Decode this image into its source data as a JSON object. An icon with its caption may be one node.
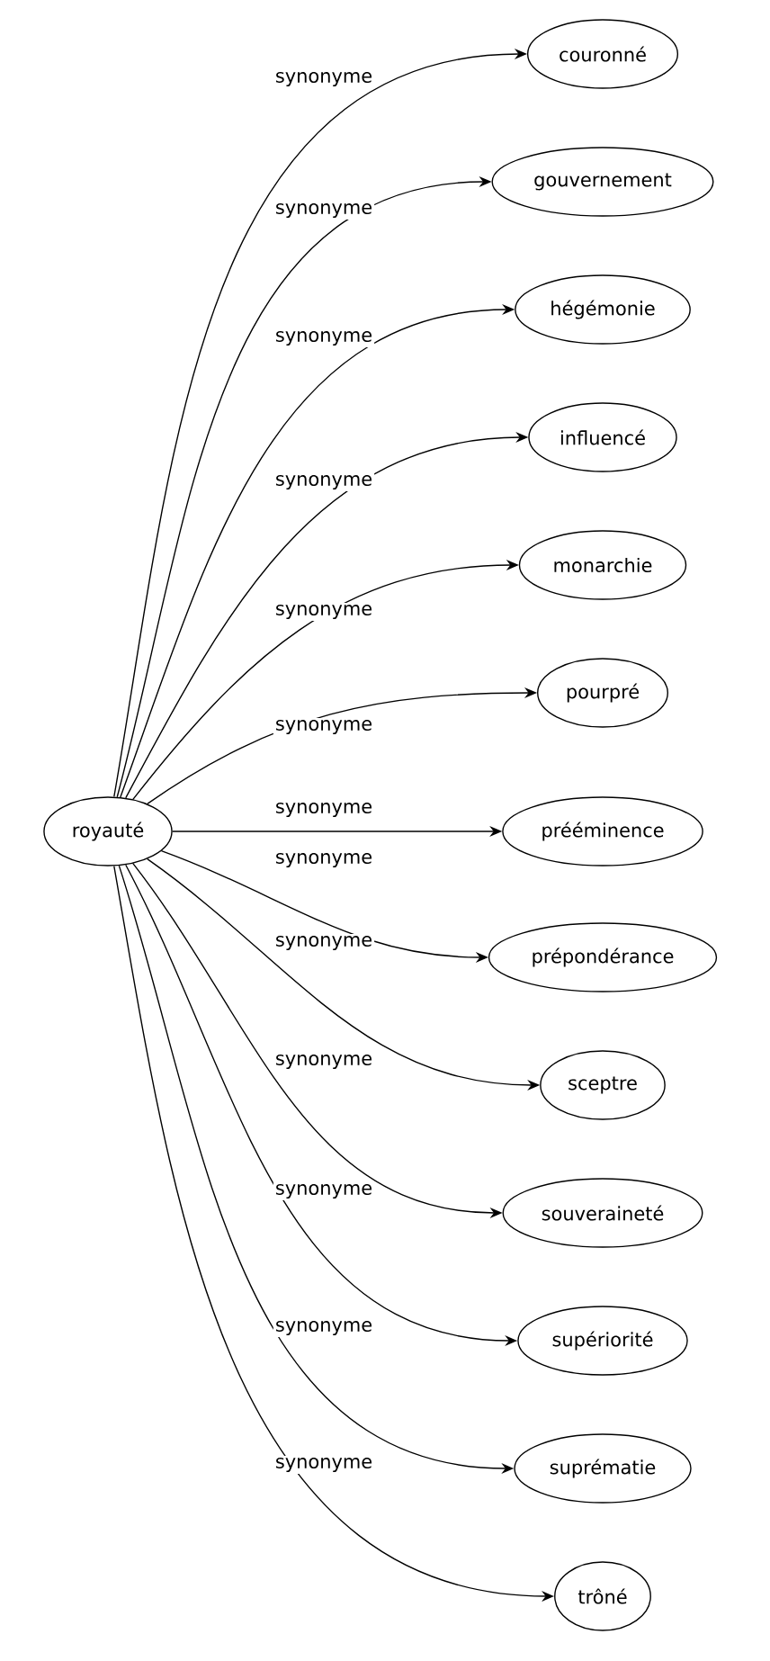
{
  "diagram": {
    "nodes": [
      {
        "text": [
          "royauté"
        ]
      },
      {
        "text": [
          "couronné"
        ]
      },
      {
        "text": [
          "gouvernement"
        ]
      },
      {
        "text": [
          "hégémonie"
        ]
      },
      {
        "text": [
          "influencé"
        ]
      },
      {
        "text": [
          "monarchie"
        ]
      },
      {
        "text": [
          "pourpré"
        ]
      },
      {
        "text": [
          "prééminence"
        ]
      },
      {
        "text": [
          "prépondérance"
        ]
      },
      {
        "text": [
          "sceptre"
        ]
      },
      {
        "text": [
          "souveraineté"
        ]
      },
      {
        "text": [
          "supériorité"
        ]
      },
      {
        "text": [
          "suprématie"
        ]
      },
      {
        "text": [
          "trôné"
        ]
      }
    ],
    "edges": [
      {
        "from": 0,
        "to": 1,
        "arrow": "to",
        "label": "synonyme"
      },
      {
        "from": 0,
        "to": 2,
        "arrow": "to",
        "label": "synonyme"
      },
      {
        "from": 0,
        "to": 3,
        "arrow": "to",
        "label": "synonyme"
      },
      {
        "from": 0,
        "to": 4,
        "arrow": "to",
        "label": "synonyme"
      },
      {
        "from": 0,
        "to": 5,
        "arrow": "to",
        "label": "synonyme"
      },
      {
        "from": 0,
        "to": 6,
        "arrow": "to",
        "label": "synonyme"
      },
      {
        "from": 0,
        "to": 7,
        "arrow": "to",
        "label": "synonyme"
      },
      {
        "from": 0,
        "to": 8,
        "arrow": "to",
        "label": "synonyme"
      },
      {
        "from": 0,
        "to": 9,
        "arrow": "to",
        "label": "synonyme"
      },
      {
        "from": 0,
        "to": 10,
        "arrow": "to",
        "label": "synonyme"
      },
      {
        "from": 0,
        "to": 11,
        "arrow": "to",
        "label": "synonyme"
      },
      {
        "from": 0,
        "to": 12,
        "arrow": "to",
        "label": "synonyme"
      },
      {
        "from": 0,
        "to": 13,
        "arrow": "to",
        "label": "synonyme"
      }
    ]
  }
}
